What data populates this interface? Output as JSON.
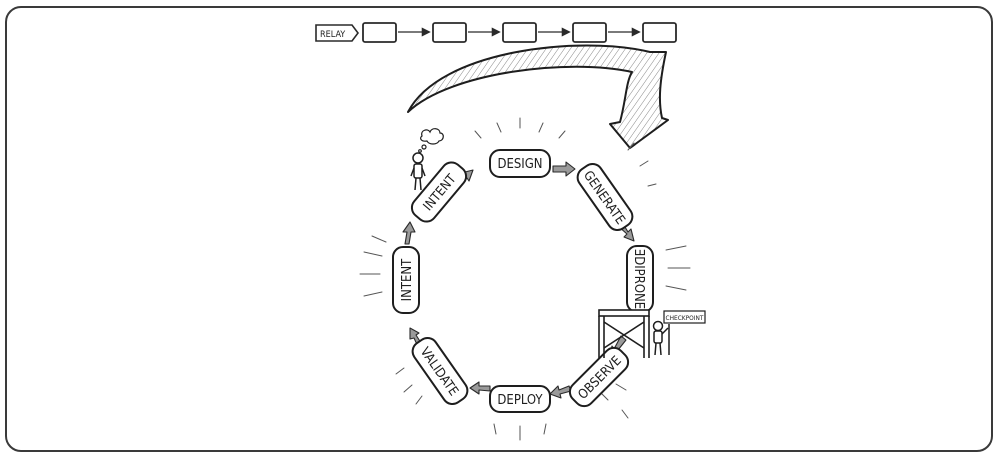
{
  "relay": {
    "label": "RELAY",
    "box_count": 5
  },
  "checkpoint": {
    "label": "CHECKPOINT"
  },
  "cycle": {
    "nodes": [
      {
        "id": "design",
        "label": "DESIGN"
      },
      {
        "id": "generate",
        "label": "GENERATE"
      },
      {
        "id": "ediprone",
        "label": "ƎDIPRONE"
      },
      {
        "id": "observe",
        "label": "OBSERVE"
      },
      {
        "id": "deploy",
        "label": "DEPLOY"
      },
      {
        "id": "validate",
        "label": "VALIDATE"
      },
      {
        "id": "intent-left",
        "label": "INTENT"
      },
      {
        "id": "intent-top",
        "label": "INTENT"
      }
    ]
  },
  "colors": {
    "stroke": "#2a2a2a",
    "fill": "#ffffff",
    "arrow_fill": "#9a9a9a",
    "frame": "#3a3a3a"
  }
}
